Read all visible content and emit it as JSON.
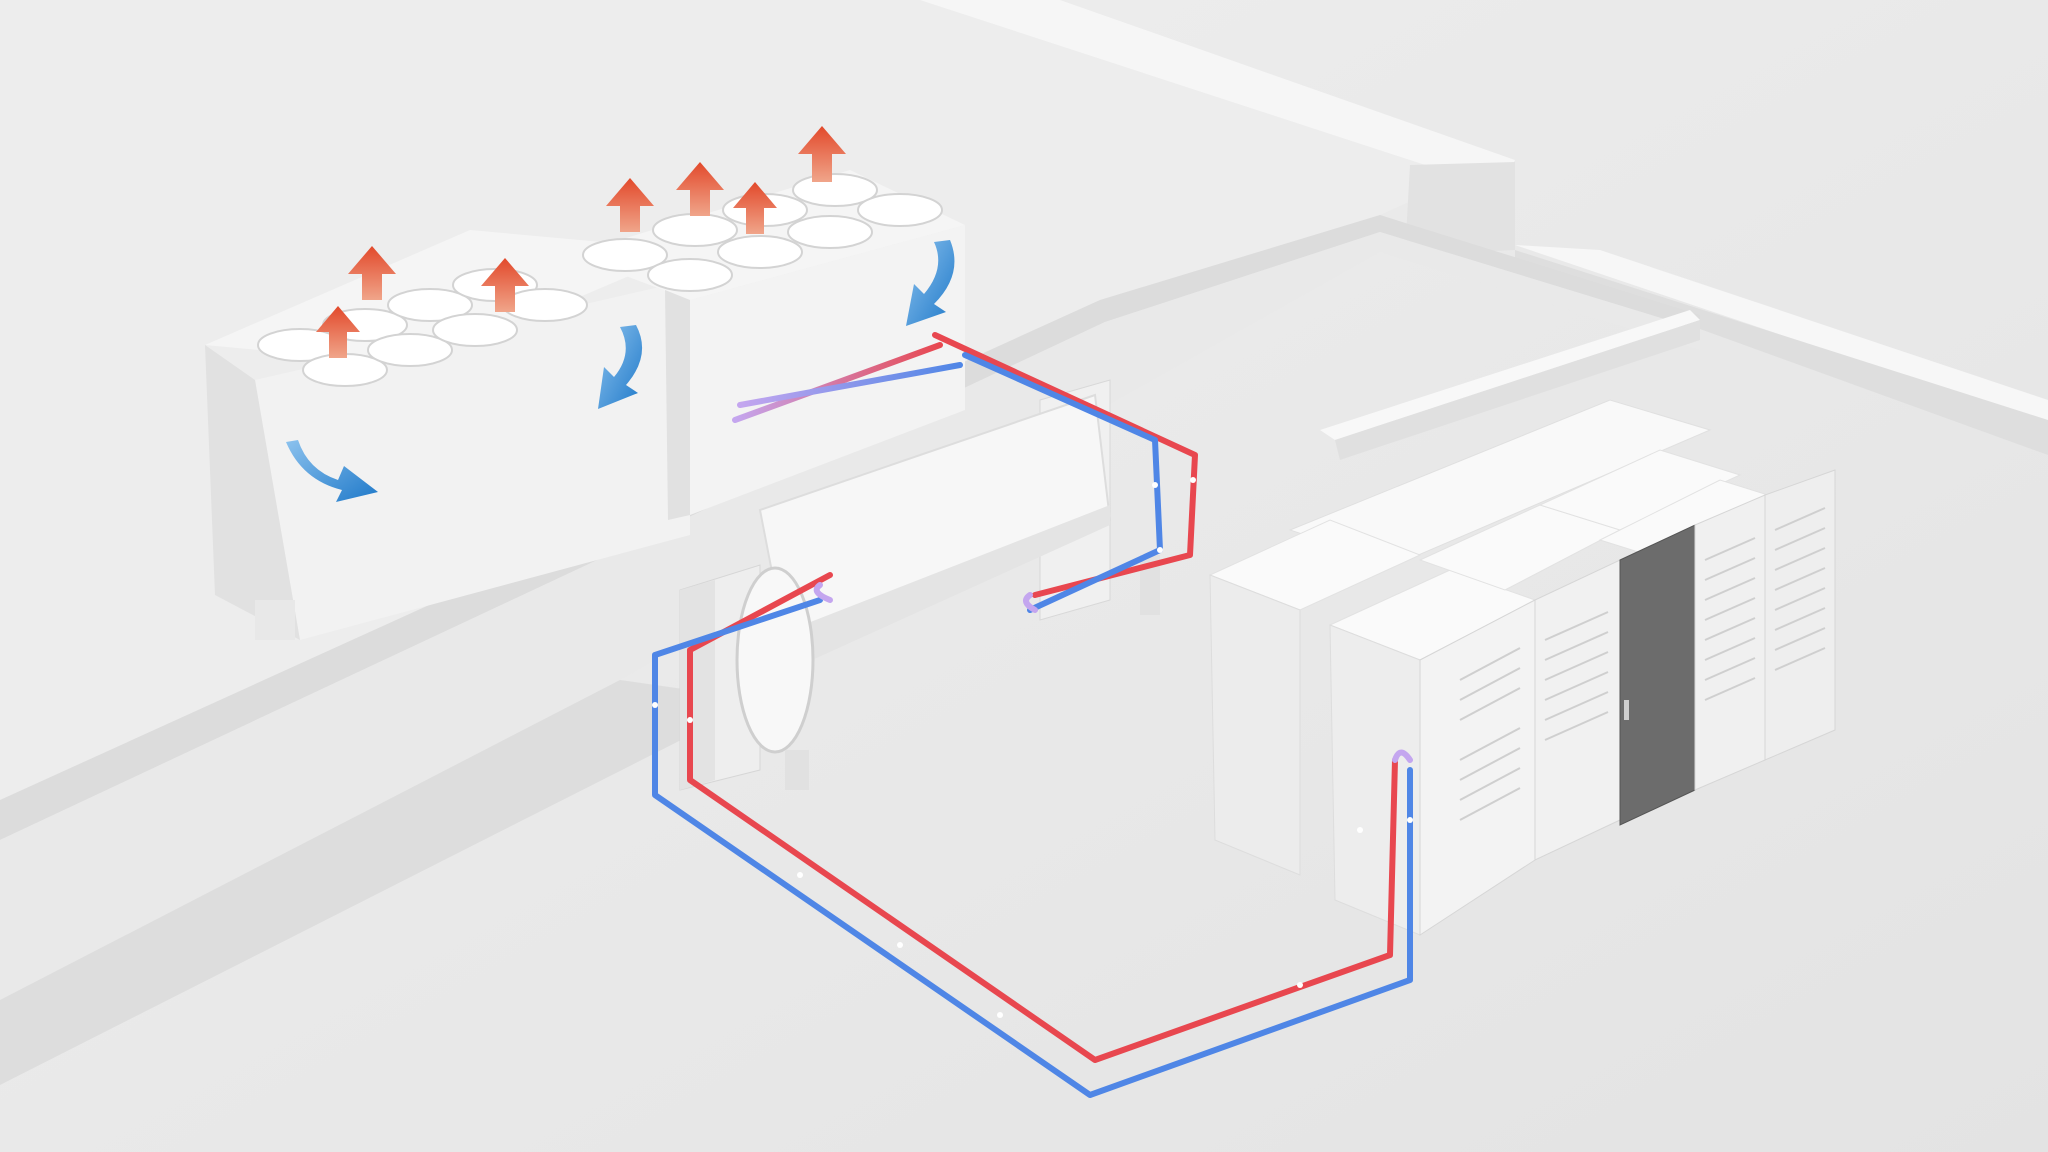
{
  "scene": {
    "description_visible_text": "",
    "colors": {
      "background": "#ececec",
      "floor": "#e6e6e6",
      "wall": "#f4f4f4",
      "equipment": "#f7f7f7",
      "hot_pipe": "#e8474f",
      "cold_pipe": "#4f86e6",
      "mixed_pipe": "#b79be8",
      "hot_arrow": "#e2492b",
      "cold_arrow": "#1f79c9",
      "dark_door": "#6c6c6c"
    },
    "components": {
      "dry_coolers": {
        "count": 2,
        "fans_per_unit": 8
      },
      "heat_exchanger": {
        "count": 1
      },
      "server_racks": {
        "count": 6
      }
    },
    "icons": {
      "exhaust": "hot-air-arrow-icon",
      "intake": "cool-air-arrow-icon",
      "flow": "flow-direction-arrow-icon"
    }
  }
}
